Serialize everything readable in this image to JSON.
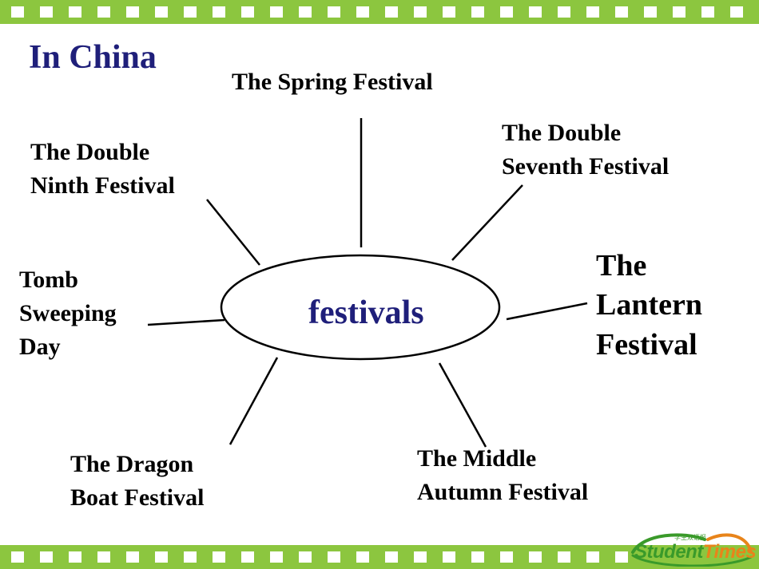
{
  "heading": "In China",
  "center": "festivals",
  "festivals": [
    {
      "id": "spring",
      "lines": [
        "The Spring Festival"
      ]
    },
    {
      "id": "double-seventh",
      "lines": [
        "The Double",
        "Seventh Festival"
      ]
    },
    {
      "id": "lantern",
      "lines": [
        "The",
        "Lantern",
        "Festival"
      ]
    },
    {
      "id": "mid-autumn",
      "lines": [
        "The Middle",
        "Autumn Festival"
      ]
    },
    {
      "id": "dragon-boat",
      "lines": [
        "The Dragon",
        "Boat Festival"
      ]
    },
    {
      "id": "tomb-sweeping",
      "lines": [
        "Tomb",
        "Sweeping",
        "Day"
      ]
    },
    {
      "id": "double-ninth",
      "lines": [
        "The Double",
        "Ninth Festival"
      ]
    }
  ],
  "logo": {
    "word1": "Student",
    "word2": "Times",
    "subtitle": "学生双语报"
  },
  "colors": {
    "band": "#8cc63f",
    "heading": "#1f1f7a",
    "text": "#000000"
  }
}
